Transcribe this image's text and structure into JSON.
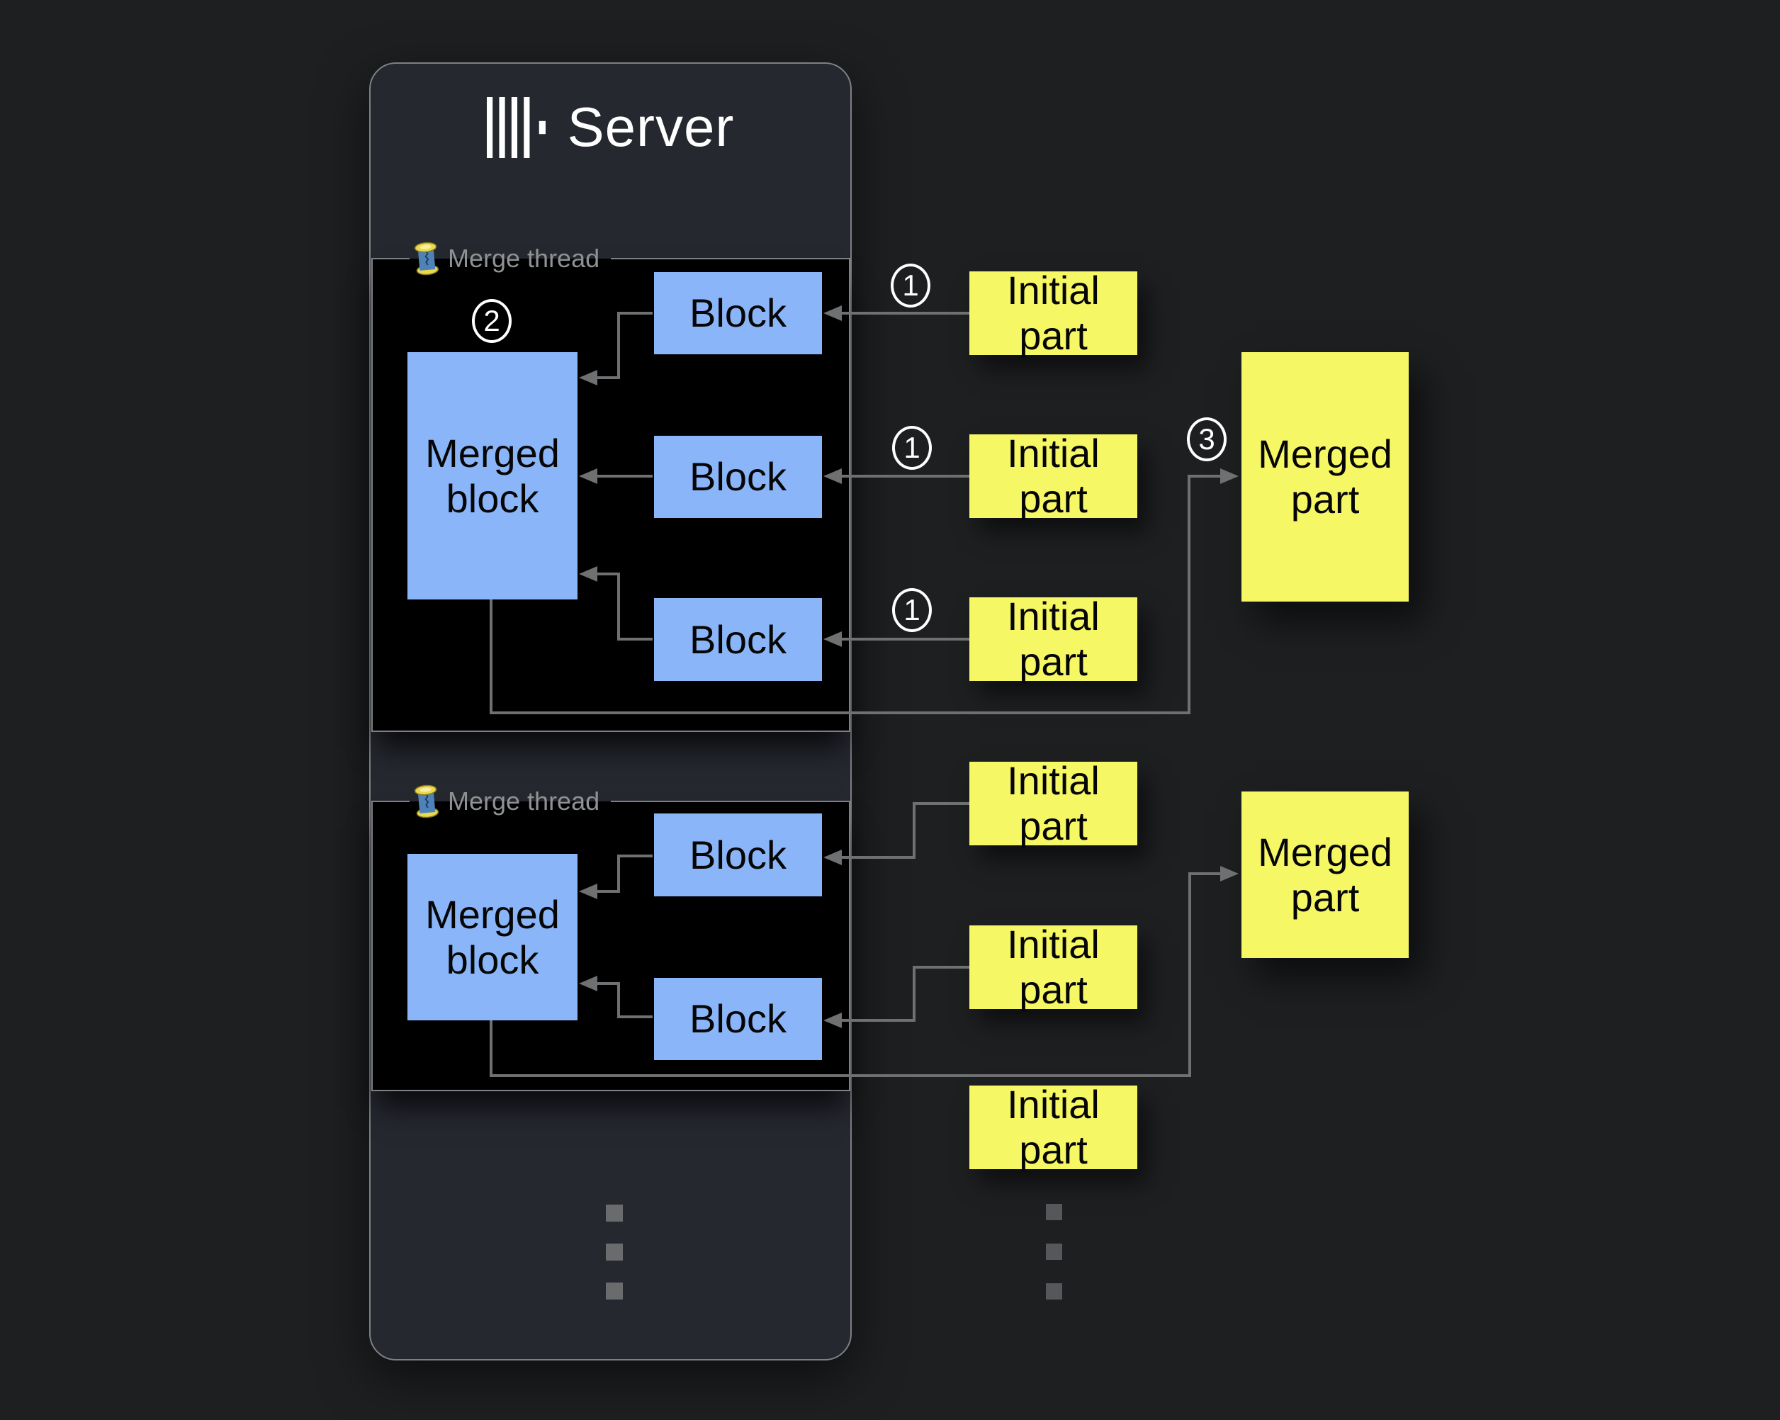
{
  "header": {
    "title": "Server",
    "logo": "clickhouse-logo"
  },
  "sections": [
    {
      "label": "Merge thread",
      "icon": "thread-spool",
      "step_badge": "2",
      "merged_block": "Merged block",
      "blocks": [
        "Block",
        "Block",
        "Block"
      ]
    },
    {
      "label": "Merge thread",
      "icon": "thread-spool",
      "merged_block": "Merged block",
      "blocks": [
        "Block",
        "Block"
      ]
    }
  ],
  "initial_parts": [
    {
      "label": "Initial part",
      "badge": "1"
    },
    {
      "label": "Initial part",
      "badge": "1"
    },
    {
      "label": "Initial part",
      "badge": "1"
    },
    {
      "label": "Initial part"
    },
    {
      "label": "Initial part"
    },
    {
      "label": "Initial part"
    }
  ],
  "merged_parts": [
    {
      "label": "Merged part",
      "badge": "3"
    },
    {
      "label": "Merged part"
    }
  ],
  "colors": {
    "page_bg": "#1e1f21",
    "panel_bg": "#262830",
    "section_bg": "#000000",
    "border_gray": "#7d8084",
    "label_gray": "#8f9193",
    "node_blue": "#8ab5f8",
    "node_yellow": "#f6f765",
    "arrow_gray": "#6e7072",
    "title_white": "#ffffff"
  }
}
